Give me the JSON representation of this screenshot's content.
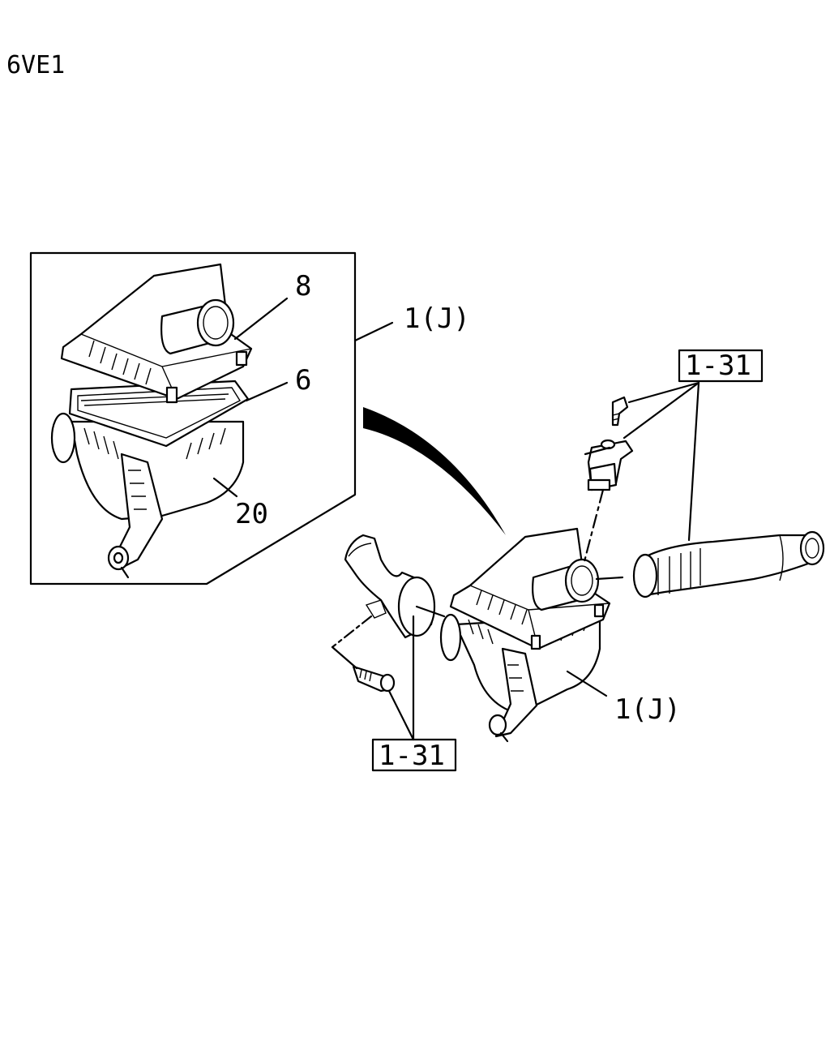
{
  "header": {
    "code": "6VE1"
  },
  "labels": {
    "callout_8": "8",
    "callout_6": "6",
    "callout_20": "20",
    "assembly_top": "1(J)",
    "assembly_bottom": "1(J)",
    "ref_top": "1-31",
    "ref_bottom": "1-31"
  },
  "colors": {
    "ink": "#000000",
    "paper": "#ffffff"
  }
}
